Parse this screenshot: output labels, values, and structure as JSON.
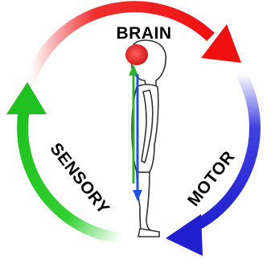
{
  "labels": {
    "top": "BRAIN",
    "left": "SENSORY",
    "right": "MOTOR"
  },
  "colors": {
    "red": "#f01010",
    "blue": "#2020d0",
    "green": "#20c020",
    "brain": "#f02020",
    "body_outline": "#333333",
    "nerve_up": "#30b030",
    "nerve_down": "#2050e0"
  }
}
